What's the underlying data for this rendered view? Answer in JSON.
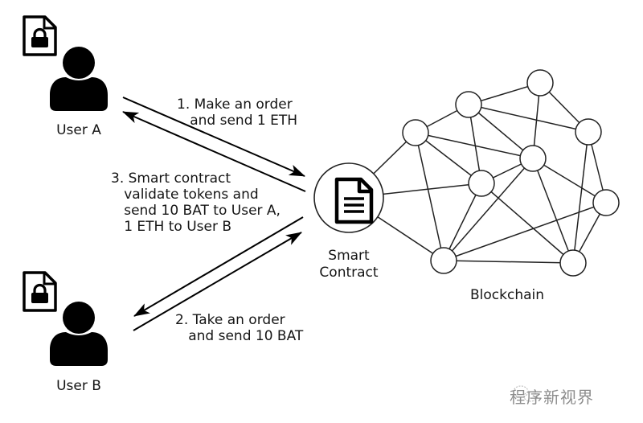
{
  "users": [
    {
      "id": "user-a",
      "label": "User A",
      "icon": "user-icon",
      "badge_icon": "locked-document-icon"
    },
    {
      "id": "user-b",
      "label": "User B",
      "icon": "user-icon",
      "badge_icon": "locked-document-icon"
    }
  ],
  "steps": [
    {
      "id": "step-1",
      "lines": [
        "1. Make an order",
        "   and send 1 ETH"
      ],
      "direction": "User A → Smart Contract"
    },
    {
      "id": "step-2",
      "lines": [
        "2. Take an order",
        "   and send 10 BAT"
      ],
      "direction": "User B → Smart Contract"
    },
    {
      "id": "step-3",
      "lines": [
        "3. Smart contract",
        "   validate tokens and",
        "   send 10 BAT to User A,",
        "   1 ETH to User B"
      ],
      "direction": "Smart Contract → User A, User B"
    }
  ],
  "smart_contract": {
    "lines": [
      "Smart",
      "Contract"
    ],
    "icon": "document-icon"
  },
  "blockchain": {
    "label": "Blockchain",
    "nodes": [
      "T",
      "N1",
      "N2",
      "R1",
      "C",
      "M",
      "R2",
      "BL",
      "BR"
    ],
    "edges": [
      [
        "N1",
        "T"
      ],
      [
        "T",
        "C"
      ],
      [
        "T",
        "R1"
      ],
      [
        "N2",
        "N1"
      ],
      [
        "N1",
        "R1"
      ],
      [
        "N1",
        "M"
      ],
      [
        "N1",
        "C"
      ],
      [
        "N2",
        "C"
      ],
      [
        "N2",
        "M"
      ],
      [
        "N2",
        "BL"
      ],
      [
        "N2",
        "SC"
      ],
      [
        "C",
        "M"
      ],
      [
        "C",
        "BL"
      ],
      [
        "C",
        "BR"
      ],
      [
        "C",
        "R2"
      ],
      [
        "R1",
        "BR"
      ],
      [
        "R1",
        "R2"
      ],
      [
        "SC",
        "M"
      ],
      [
        "SC",
        "BL"
      ],
      [
        "M",
        "BL"
      ],
      [
        "M",
        "BR"
      ],
      [
        "BL",
        "BR"
      ],
      [
        "BL",
        "R2"
      ],
      [
        "R2",
        "BR"
      ]
    ]
  },
  "watermark": {
    "text": "程序新视界",
    "icon": "wechat-icon"
  }
}
